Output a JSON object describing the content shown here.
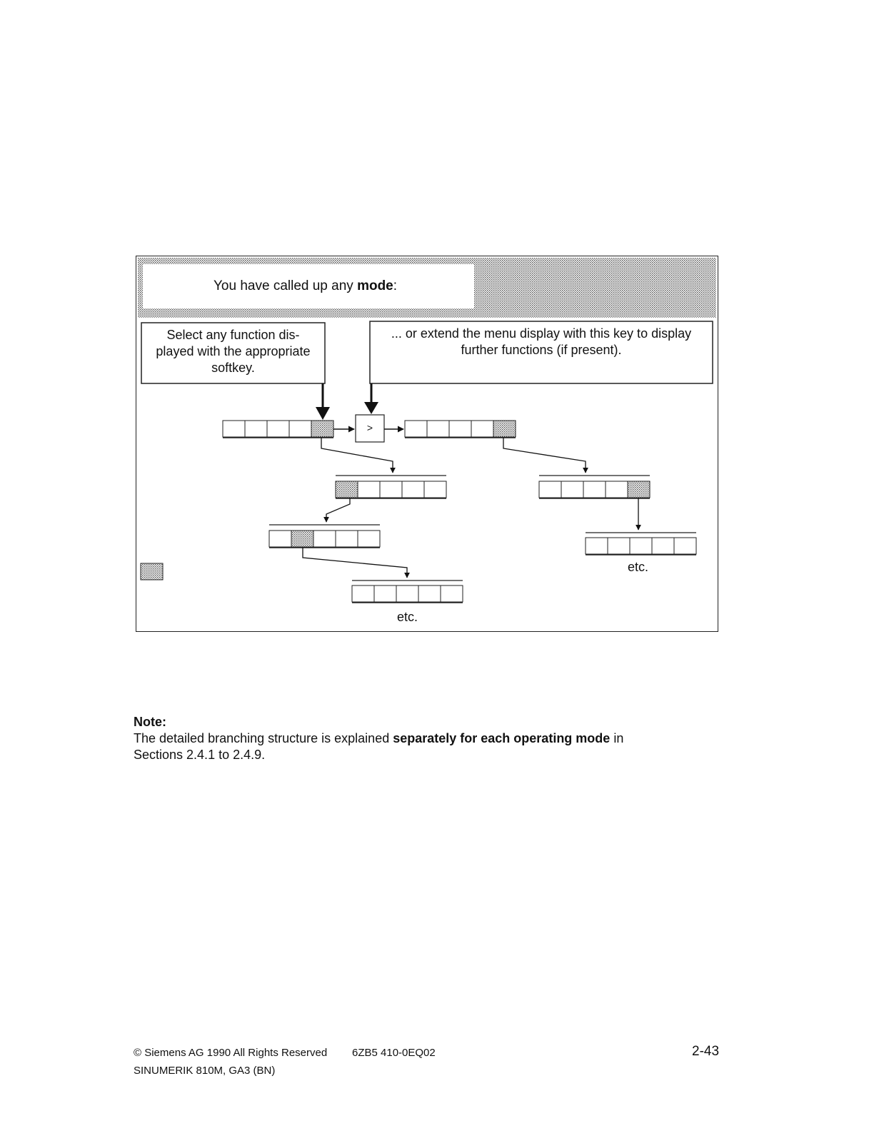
{
  "diagram": {
    "header": {
      "prefix": "You have called up any ",
      "emphasis": "mode",
      "suffix": ":"
    },
    "left_box": {
      "text": "Select any function dis-\nplayed with the appropriate\nsoftkey."
    },
    "right_box": {
      "text": "... or extend the menu display with this key to display\nfurther functions (if present)."
    },
    "extend_key": {
      "label": ">"
    },
    "etc_right": "etc.",
    "etc_bottom": "etc."
  },
  "note": {
    "title": "Note:",
    "line_prefix": "The detailed branching structure is explained ",
    "line_bold": "separately for each operating mode",
    "line_suffix": " in",
    "line2": "Sections 2.4.1 to 2.4.9."
  },
  "footer": {
    "copyright": "© Siemens AG 1990 All Rights Reserved",
    "order_no": "6ZB5 410-0EQ02",
    "product": "SINUMERIK 810M, GA3 (BN)",
    "page": "2-43"
  }
}
